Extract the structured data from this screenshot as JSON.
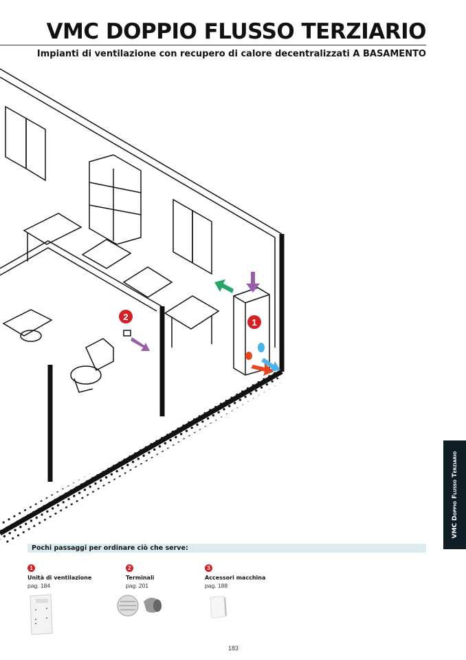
{
  "header": {
    "title": "VMC DOPPIO FLUSSO TERZIARIO",
    "subtitle": "Impianti di ventilazione con recupero di calore decentralizzati A BASAMENTO"
  },
  "illustration": {
    "callouts": [
      "1",
      "2"
    ],
    "colors": {
      "red": "#d32027",
      "green": "#2aa56a",
      "purple": "#9a5ea8",
      "blue": "#4bb3e6",
      "orange": "#e8461e"
    }
  },
  "side_tab": {
    "label": "VMC Doppio Flusso Terziario"
  },
  "order_section": {
    "heading": "Pochi passaggi  per ordinare ciò che serve:",
    "items": [
      {
        "number": "1",
        "name": "Unità di ventilazione",
        "page": "pag. 184"
      },
      {
        "number": "2",
        "name": "Terminali",
        "page": "pag. 201"
      },
      {
        "number": "3",
        "name": "Accessori macchina",
        "page": "pag. 188"
      }
    ]
  },
  "footer": {
    "page_number": "183"
  }
}
